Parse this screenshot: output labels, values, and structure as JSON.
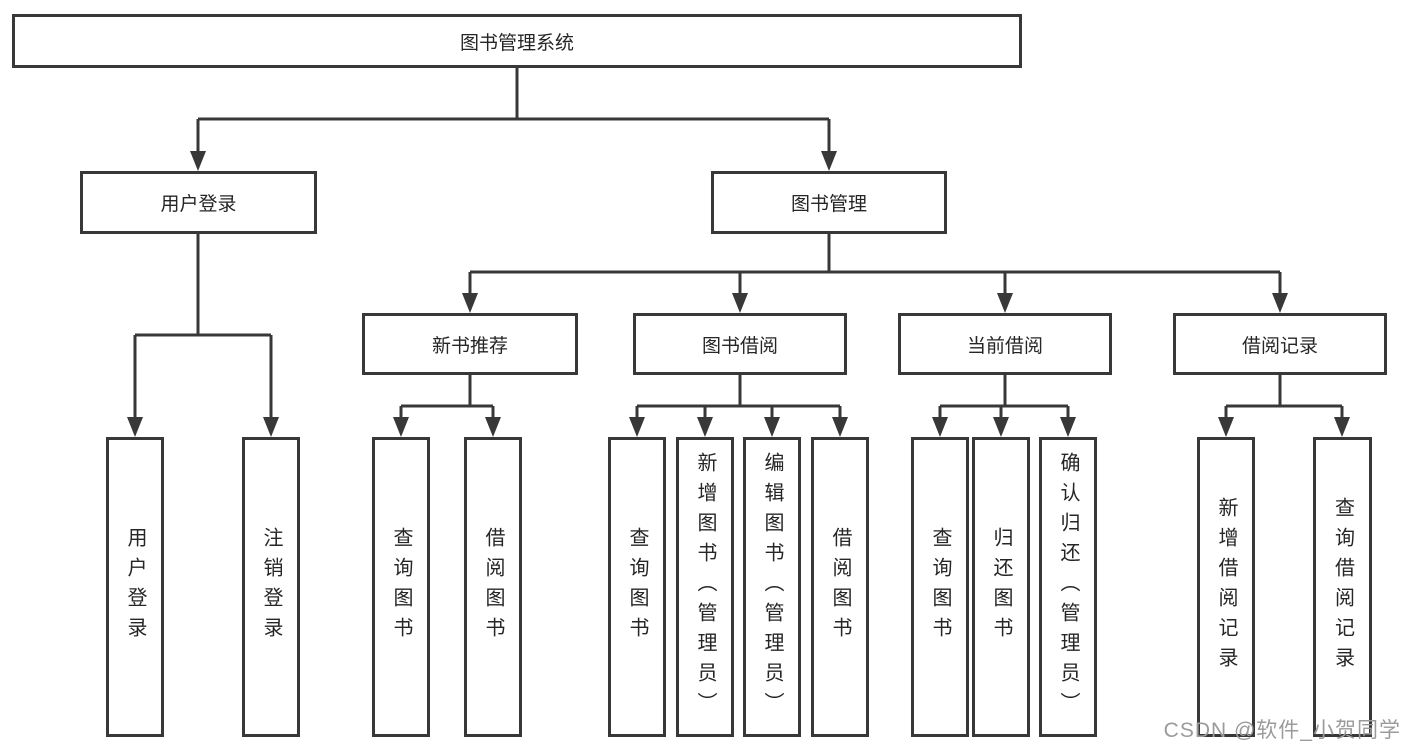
{
  "colors": {
    "line": "#383838",
    "text": "#262626",
    "box_bg": "#ffffff",
    "watermark": "#9b9b9b",
    "background": "#ffffff"
  },
  "tree": {
    "root": {
      "label": "图书管理系统"
    },
    "branches": [
      {
        "label": "用户登录",
        "children": [
          {
            "label": "用户登录"
          },
          {
            "label": "注销登录"
          }
        ]
      },
      {
        "label": "图书管理",
        "children": [
          {
            "label": "新书推荐",
            "children": [
              {
                "label": "查询图书"
              },
              {
                "label": "借阅图书"
              }
            ]
          },
          {
            "label": "图书借阅",
            "children": [
              {
                "label": "查询图书"
              },
              {
                "label": "新增图书（管理员）"
              },
              {
                "label": "编辑图书（管理员）"
              },
              {
                "label": "借阅图书"
              }
            ]
          },
          {
            "label": "当前借阅",
            "children": [
              {
                "label": "查询图书"
              },
              {
                "label": "归还图书"
              },
              {
                "label": "确认归还（管理员）"
              }
            ]
          },
          {
            "label": "借阅记录",
            "children": [
              {
                "label": "新增借阅记录"
              },
              {
                "label": "查询借阅记录"
              }
            ]
          }
        ]
      }
    ]
  },
  "watermark": {
    "text": "CSDN @软件_小贺同学"
  }
}
